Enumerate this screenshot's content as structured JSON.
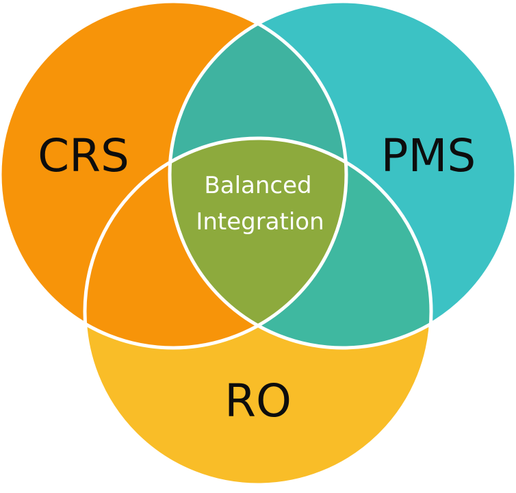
{
  "diagram": {
    "sets": [
      {
        "name": "CRS",
        "color": "#F79409"
      },
      {
        "name": "PMS",
        "color": "#3CC2C4"
      },
      {
        "name": "RO",
        "color": "#F9BD28"
      }
    ],
    "overlap_colors": {
      "crs_pms": "#3FB3A0",
      "crs_ro": "#F79409",
      "pms_ro": "#3FB8A0",
      "center": "#8DAA3D"
    },
    "outline_color": "#ffffff",
    "center_label": {
      "line1": "Balanced",
      "line2": "Integration"
    }
  }
}
